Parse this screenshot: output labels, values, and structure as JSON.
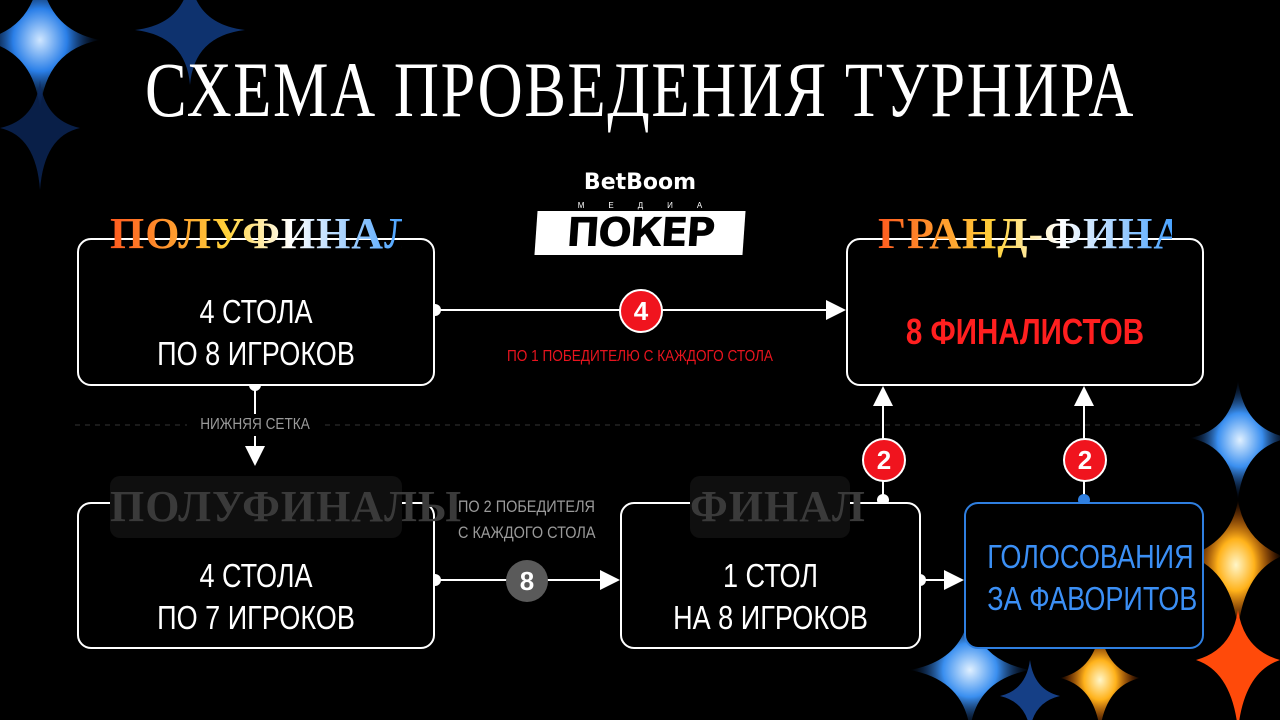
{
  "title": "СХЕМА ПРОВЕДЕНИЯ ТУРНИРА",
  "logo": {
    "brand": "BetBoom",
    "subtitle": "МЕДИА",
    "name": "ПОКЕР"
  },
  "upper_semifinal": {
    "label": "ПОЛУФИНАЛЫ",
    "line1": "4 СТОЛА",
    "line2": "ПО 8 ИГРОКОВ"
  },
  "grand_final": {
    "label": "ГРАНД-ФИНАЛ",
    "text": "8 ФИНАЛИСТОВ"
  },
  "upper_link": {
    "badge": "4",
    "caption": "ПО 1 ПОБЕДИТЕЛЮ С КАЖДОГО СТОЛА"
  },
  "lower_bracket_caption": "НИЖНЯЯ СЕТКА",
  "lower_semifinal": {
    "label": "ПОЛУФИНАЛЫ",
    "line1": "4 СТОЛА",
    "line2": "ПО 7 ИГРОКОВ"
  },
  "lower_link": {
    "badge": "8",
    "caption_line1": "ПО 2 ПОБЕДИТЕЛЯ",
    "caption_line2": "С КАЖДОГО СТОЛА"
  },
  "final": {
    "label": "ФИНАЛ",
    "line1": "1 СТОЛ",
    "line2": "НА 8 ИГРОКОВ"
  },
  "voting": {
    "line1": "ГОЛОСОВАНИЯ",
    "line2": "ЗА ФАВОРИТОВ"
  },
  "final_to_grand_badge": "2",
  "voting_to_grand_badge": "2",
  "colors": {
    "background": "#000000",
    "accent_red": "#f0141e",
    "accent_blue": "#2f7fe0",
    "muted_gray": "#5a5a5a"
  }
}
